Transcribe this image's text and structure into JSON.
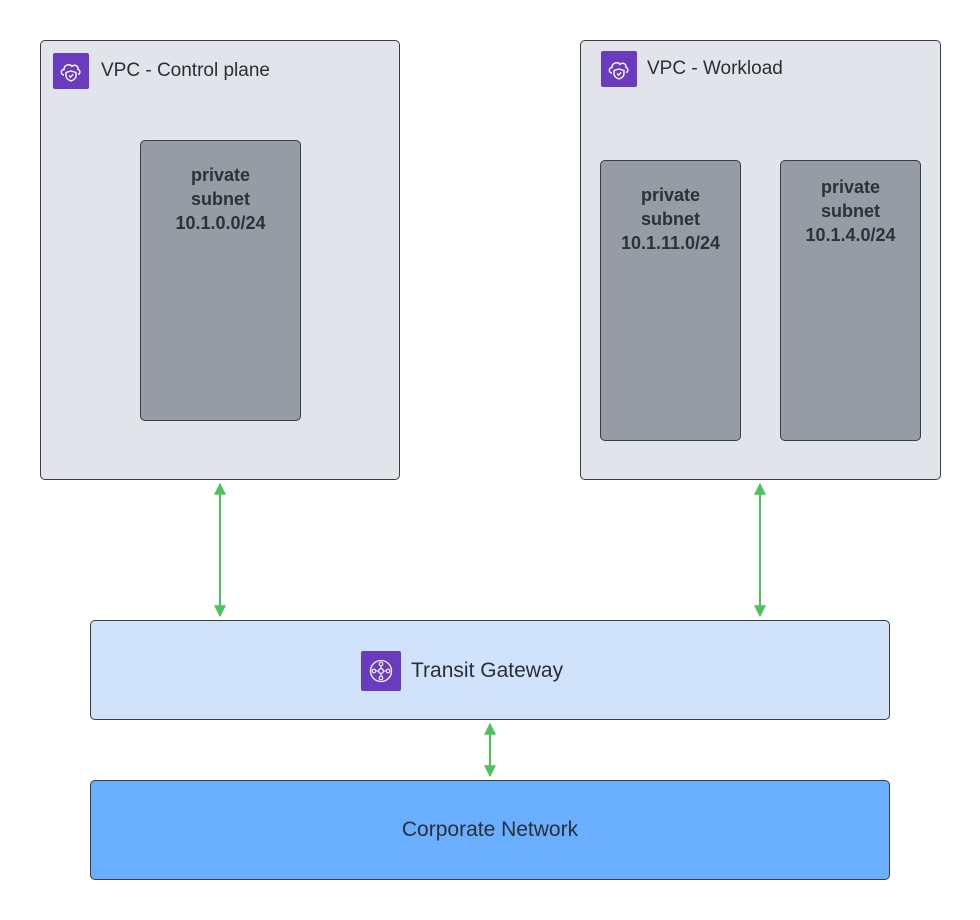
{
  "vpc_control": {
    "title": "VPC - Control plane",
    "icon": "vpc-cloud-shield-icon",
    "subnet": {
      "line1": "private",
      "line2": "subnet",
      "cidr": "10.1.0.0/24"
    }
  },
  "vpc_workload": {
    "title": "VPC - Workload",
    "icon": "vpc-cloud-shield-icon",
    "subnets": [
      {
        "line1": "private",
        "line2": "subnet",
        "cidr": "10.1.11.0/24"
      },
      {
        "line1": "private",
        "line2": "subnet",
        "cidr": "10.1.4.0/24"
      }
    ]
  },
  "transit_gateway": {
    "label": "Transit Gateway",
    "icon": "transit-gateway-icon"
  },
  "corporate_network": {
    "label": "Corporate Network"
  },
  "colors": {
    "vpc_fill": "#e1e4e9",
    "subnet_fill": "#969ca4",
    "aws_icon": "#6b3bbf",
    "tgw_fill": "#d0e3fb",
    "corp_fill": "#6aafff",
    "connector": "#4cc35a"
  }
}
